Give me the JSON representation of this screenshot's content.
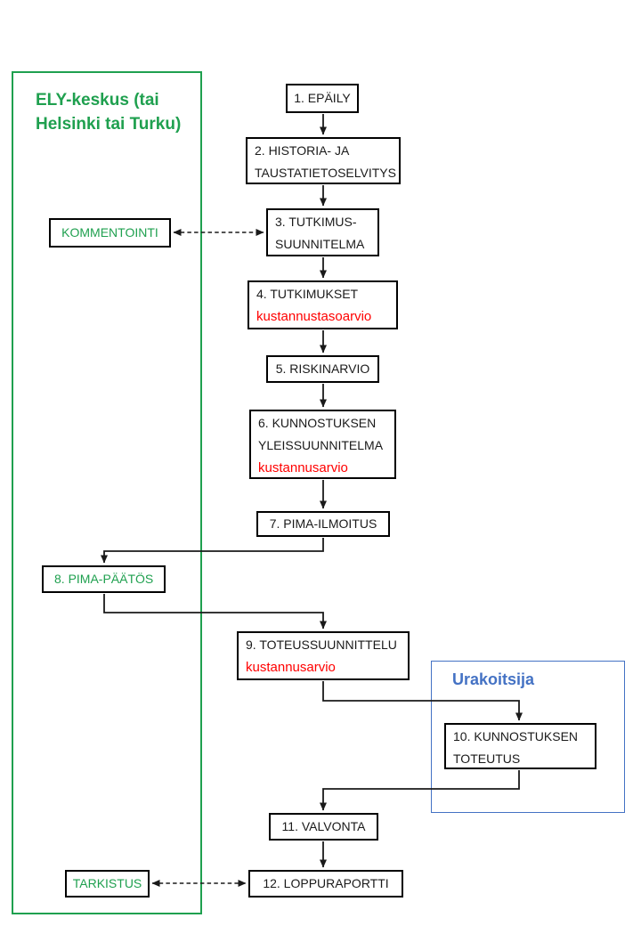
{
  "diagram": {
    "type": "flowchart",
    "regions": {
      "ely": {
        "label": "ELY-keskus (tai Helsinki tai Turku)",
        "border_color": "#1FA04F",
        "text_color": "#1FA04F"
      },
      "urakoitsija": {
        "label": "Urakoitsija",
        "border_color": "#4472C4",
        "text_color": "#4472C4"
      }
    },
    "nodes": {
      "n1": {
        "label": "1. EPÄILY"
      },
      "n2": {
        "label": "2. HISTORIA- JA TAUSTATIETOSELVITYS"
      },
      "n3": {
        "label": "3. TUTKIMUS-SUUNNITELMA"
      },
      "n4": {
        "label": "4. TUTKIMUKSET",
        "sub": "kustannustasoarvio",
        "sub_color": "#FF0000"
      },
      "n5": {
        "label": "5. RISKINARVIO"
      },
      "n6": {
        "label": "6. KUNNOSTUKSEN YLEISSUUNNITELMA",
        "sub": "kustannusarvio",
        "sub_color": "#FF0000"
      },
      "n7": {
        "label": "7. PIMA-ILMOITUS"
      },
      "n8": {
        "label": "8. PIMA-PÄÄTÖS",
        "text_color": "#1FA04F"
      },
      "n9": {
        "label": "9. TOTEUSSUUNNITTELU",
        "sub": "kustannusarvio",
        "sub_color": "#FF0000"
      },
      "n10": {
        "label": "10. KUNNOSTUKSEN TOTEUTUS"
      },
      "n11": {
        "label": "11. VALVONTA"
      },
      "n12": {
        "label": "12. LOPPURAPORTTI"
      },
      "kommentointi": {
        "label": "KOMMENTOINTI",
        "text_color": "#1FA04F"
      },
      "tarkistus": {
        "label": "TARKISTUS",
        "text_color": "#1FA04F"
      }
    },
    "edges": [
      {
        "from": "n1",
        "to": "n2",
        "type": "arrow"
      },
      {
        "from": "n2",
        "to": "n3",
        "type": "arrow"
      },
      {
        "from": "kommentointi",
        "to": "n3",
        "type": "dashed-bidirectional"
      },
      {
        "from": "n3",
        "to": "n4",
        "type": "arrow"
      },
      {
        "from": "n4",
        "to": "n5",
        "type": "arrow"
      },
      {
        "from": "n5",
        "to": "n6",
        "type": "arrow"
      },
      {
        "from": "n6",
        "to": "n7",
        "type": "arrow"
      },
      {
        "from": "n7",
        "to": "n8",
        "type": "elbow-arrow"
      },
      {
        "from": "n8",
        "to": "n9",
        "type": "elbow-arrow"
      },
      {
        "from": "n9",
        "to": "n10",
        "type": "elbow-arrow"
      },
      {
        "from": "n10",
        "to": "n11",
        "type": "elbow-arrow"
      },
      {
        "from": "n11",
        "to": "n12",
        "type": "arrow"
      },
      {
        "from": "tarkistus",
        "to": "n12",
        "type": "dashed-bidirectional"
      }
    ]
  }
}
